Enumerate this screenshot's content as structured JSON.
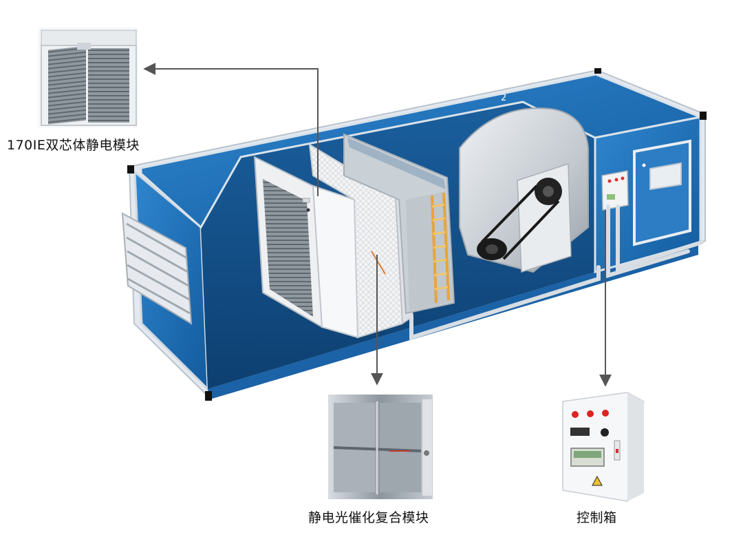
{
  "labels": {
    "electrostatic_module": "170IE双芯体静电模块",
    "photocatalytic_module": "静电光催化复合模块",
    "control_box": "控制箱",
    "housing_mark": "2"
  },
  "colors": {
    "housing_blue": "#1f6fb5",
    "housing_dark": "#0f4f8a",
    "frame_light": "#dfe7ee",
    "arrow": "#555555",
    "warning": "#f2c230"
  }
}
